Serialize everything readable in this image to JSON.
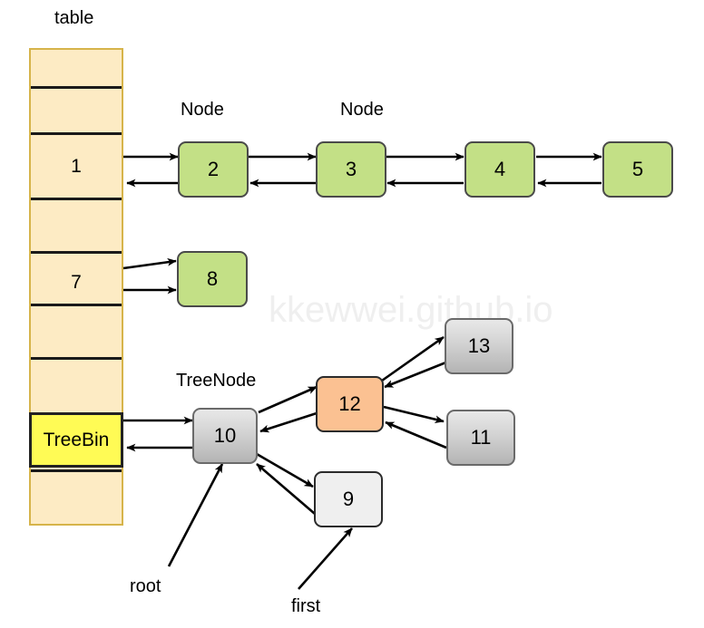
{
  "diagram": {
    "title_label": "table",
    "watermark": "kkewwei.github.io",
    "background_color": "#ffffff"
  },
  "table_array": {
    "name": "table",
    "fill_color": "#FDEBC4",
    "border_color": "#D6B44A",
    "cells": [
      {
        "index": 0,
        "label": "",
        "type": "empty"
      },
      {
        "index": 1,
        "label": "",
        "type": "empty"
      },
      {
        "index": 2,
        "label": "1",
        "type": "list-head"
      },
      {
        "index": 3,
        "label": "",
        "type": "empty"
      },
      {
        "index": 4,
        "label": "7",
        "type": "list-head"
      },
      {
        "index": 5,
        "label": "",
        "type": "empty"
      },
      {
        "index": 6,
        "label": "",
        "type": "empty"
      },
      {
        "index": 7,
        "label": "TreeBin",
        "type": "treebin",
        "fill_color": "#FFFB55"
      },
      {
        "index": 8,
        "label": "",
        "type": "empty"
      }
    ]
  },
  "labels": {
    "node_label_1": "Node",
    "node_label_2": "Node",
    "treenode_label": "TreeNode",
    "root_label": "root",
    "first_label": "first"
  },
  "linked_list": {
    "type": "doubly-linked-list",
    "bucket": "1",
    "node_fill": "#C3E086",
    "nodes": [
      {
        "value": "2"
      },
      {
        "value": "3"
      },
      {
        "value": "4"
      },
      {
        "value": "5"
      }
    ]
  },
  "single_bucket": {
    "bucket": "7",
    "node_fill": "#C3E086",
    "nodes": [
      {
        "value": "8"
      }
    ]
  },
  "tree": {
    "type": "red-black-tree",
    "bucket": "TreeBin",
    "root_value": "10",
    "first_value": "9",
    "nodes": [
      {
        "value": "10",
        "style": "gray",
        "role": "root"
      },
      {
        "value": "12",
        "style": "orange",
        "role": "right-child"
      },
      {
        "value": "13",
        "style": "gray",
        "role": "right-right-child"
      },
      {
        "value": "11",
        "style": "gray",
        "role": "right-left-child"
      },
      {
        "value": "9",
        "style": "white",
        "role": "left-child"
      }
    ],
    "edges": [
      {
        "from": "10",
        "to": "12",
        "bidirectional": true
      },
      {
        "from": "12",
        "to": "13",
        "bidirectional": true
      },
      {
        "from": "12",
        "to": "11",
        "bidirectional": true
      },
      {
        "from": "10",
        "to": "9",
        "bidirectional": true
      }
    ]
  }
}
